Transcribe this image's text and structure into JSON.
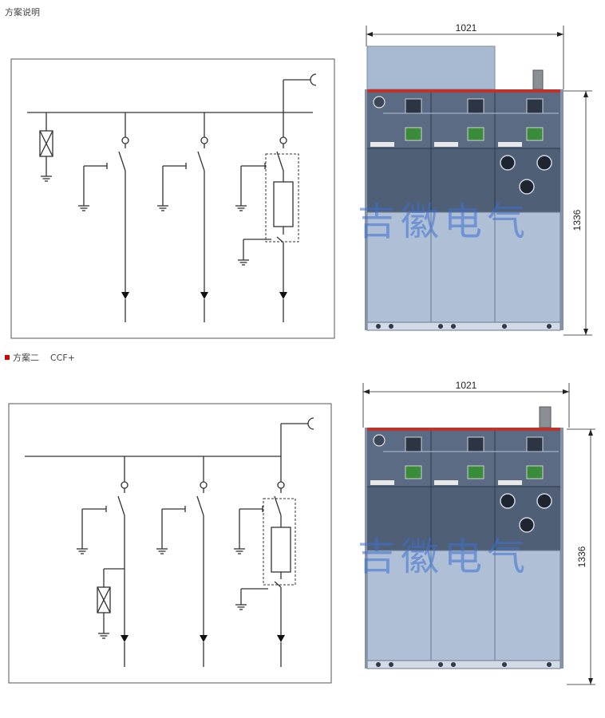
{
  "header": {
    "title": "方案说明"
  },
  "scheme2": {
    "label": "方案二",
    "code": "CCF+"
  },
  "cabinet_top": {
    "width_label": "1021",
    "height_label": "1336",
    "watermark": "吉徽电气"
  },
  "cabinet_bottom": {
    "width_label": "1021",
    "height_label": "1336",
    "watermark": "吉徽电气"
  },
  "colors": {
    "panel_top": "#a8bad2",
    "panel_body": "#aebfd6",
    "panel_dark": "#4a5a70",
    "red_strip": "#c0332b",
    "watermark": "#3d6fd1"
  }
}
